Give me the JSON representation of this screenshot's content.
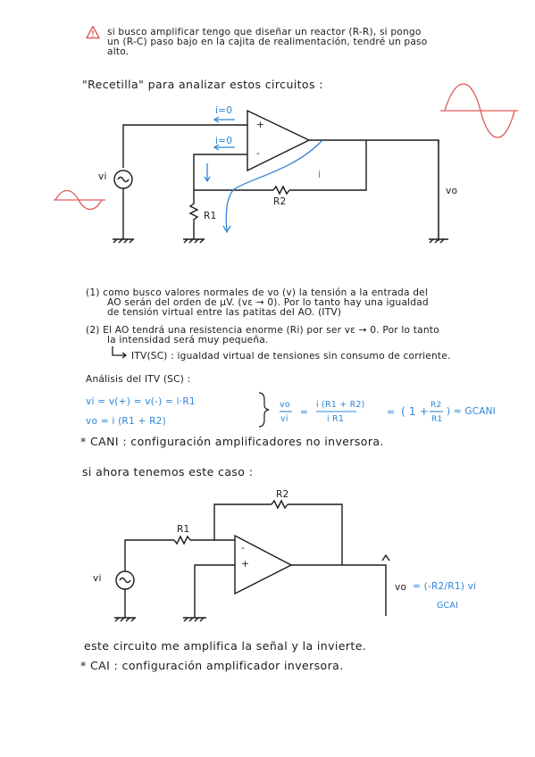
{
  "note": {
    "line1": "si busco amplificar tengo que diseñar un reactor (R-R), si pongo",
    "line2": "un (R-C) paso bajo en la cajita de realimentación, tendré un paso",
    "line3": "alto."
  },
  "heading1": "\"Recetilla\" para analizar estos circuitos :",
  "circuit1": {
    "i_label_top": "i=0",
    "i_label_mid": "i=0",
    "plus": "+",
    "minus": "-",
    "vi": "vi",
    "r1": "R1",
    "r2": "R2",
    "i_current": "i",
    "vo": "vo"
  },
  "item1": {
    "line1": "(1) como busco valores normales de vo (v) la tensión a la entrada del",
    "line2": "AO serán del orden de μV. (vε → 0). Por lo tanto hay una igualdad",
    "line3": "de tensión virtual entre las patitas del AO. (ITV)"
  },
  "item2": {
    "line1": "(2) El AO tendrá una resistencia enorme (Ri) por ser vε → 0. Por lo tanto",
    "line2": "la intensidad será muy pequeña.",
    "line3": "ITV(SC) : igualdad virtual de tensiones sin consumo de corriente."
  },
  "analysis": {
    "title": "Análisis del ITV (SC) :",
    "eq1": "vi = v(+) = v(-) = i·R1",
    "eq2": "vo = i (R1 + R2)",
    "ratio_num": "vo",
    "ratio_den": "vi",
    "frac_num": "i (R1 + R2)",
    "frac_den": "i R1",
    "equals1": "=",
    "equals2": "=",
    "result_left": "( 1 +",
    "result_num": "R2",
    "result_den": "R1",
    "result_right": ") = GCANI"
  },
  "cani_note": "* CANI : configuración amplificadores no inversora.",
  "heading2": "si ahora tenemos este caso :",
  "circuit2": {
    "r2": "R2",
    "r1": "R1",
    "minus": "-",
    "plus": "+",
    "vi": "vi",
    "vo": "vo",
    "formula": "= (-R2/R1) vi",
    "gain": "GCAI"
  },
  "conclusion": "este circuito me amplifica la señal y la invierte.",
  "cai_note": "* CAI : configuración amplificador inversora."
}
